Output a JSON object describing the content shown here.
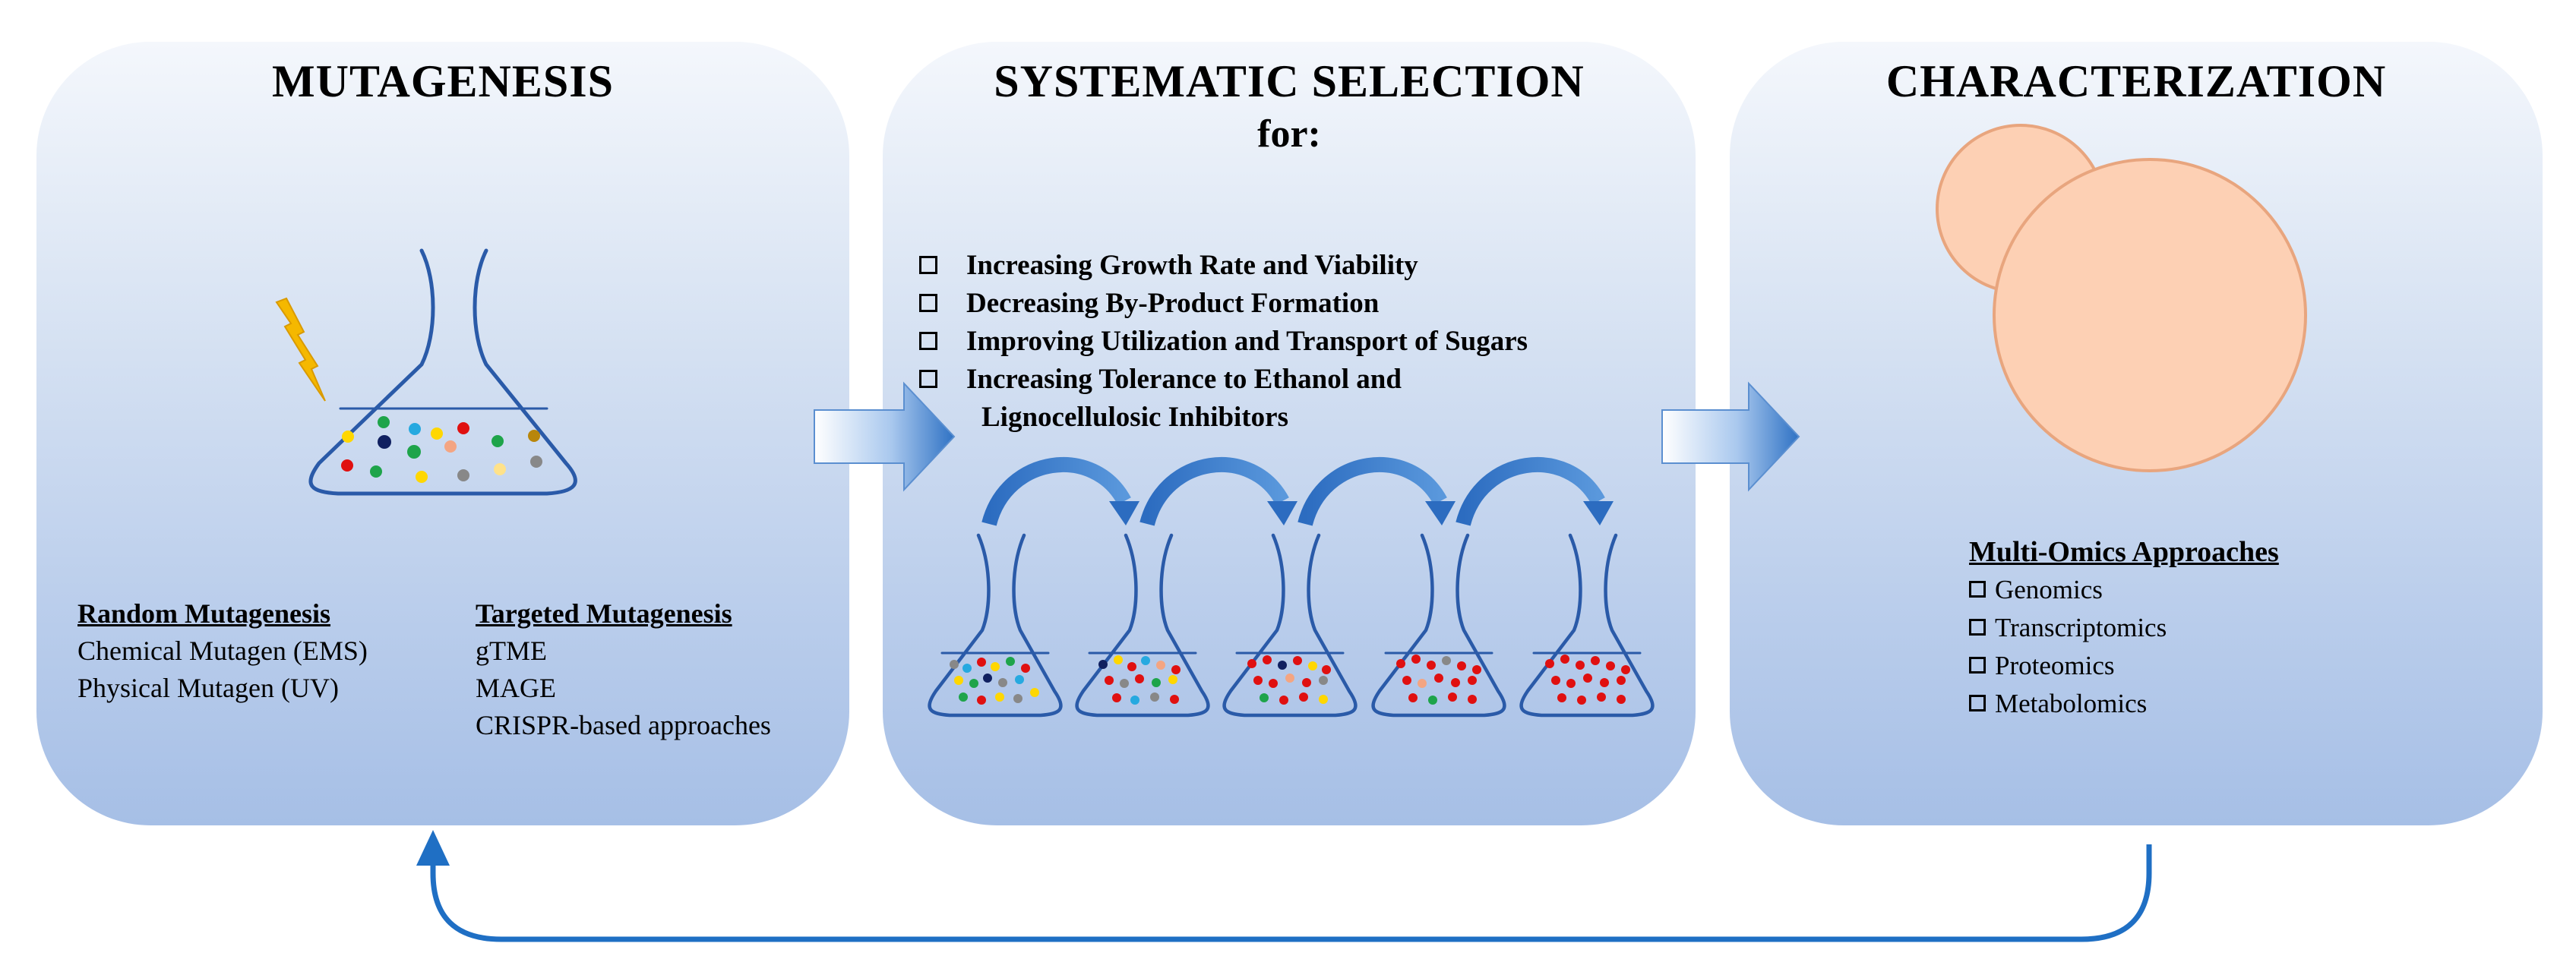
{
  "mutagenesis": {
    "title": "MUTAGENESIS",
    "random": {
      "heading": "Random Mutagenesis",
      "items": [
        "Chemical Mutagen (EMS)",
        "Physical Mutagen (UV)"
      ]
    },
    "targeted": {
      "heading": "Targeted Mutagenesis",
      "items": [
        "gTME",
        "MAGE",
        "CRISPR-based approaches"
      ]
    }
  },
  "selection": {
    "title": "SYSTEMATIC SELECTION",
    "subtitle": "for:",
    "criteria": [
      "Increasing Growth Rate and Viability",
      "Decreasing By-Product Formation",
      "Improving Utilization and Transport of Sugars",
      "Increasing Tolerance to Ethanol and"
    ],
    "criteria_continuation": "Lignocellulosic Inhibitors"
  },
  "characterization": {
    "title": "CHARACTERIZATION",
    "omics_heading": "Multi-Omics Approaches",
    "omics_items": [
      "Genomics",
      "Transcriptomics",
      "Proteomics",
      "Metabolomics"
    ]
  },
  "colors": {
    "panel_top": "#f4f7fc",
    "panel_bottom": "#a6bfe6",
    "flask_stroke": "#2a5aa8",
    "arrow_blue": "#1f6fc4",
    "lightning": "#f5b800",
    "yeast_fill": "#fdd0b4",
    "yeast_stroke": "#e8a57e",
    "cell_red": "#e01010"
  },
  "icons": {
    "lightning": "lightning-bolt-icon",
    "flask": "erlenmeyer-flask-icon",
    "cell": "yeast-cell-icon",
    "checkbox": "checkbox-icon"
  }
}
